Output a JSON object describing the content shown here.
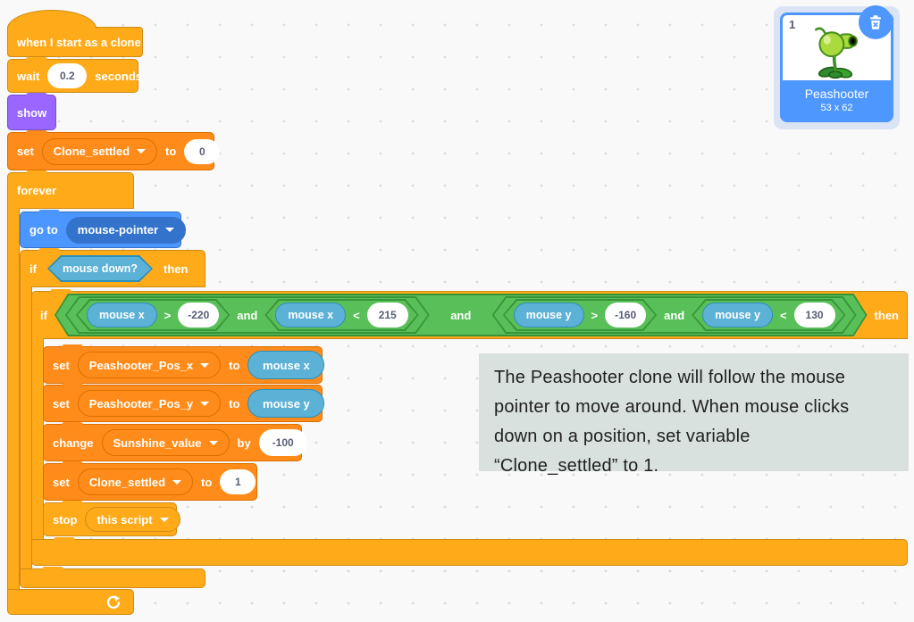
{
  "colors": {
    "control_block": "#FFAB19",
    "variables_block": "#FF8C1A",
    "looks_block": "#9966FF",
    "motion_block": "#4C97FF",
    "sensing_block": "#5CB1D6",
    "operators_block": "#59C059",
    "operators_border": "#389438",
    "sprite_selected_accent": "#4D97FF",
    "annotation_bg": "#D8E1DE",
    "workspace_bg": "#F9F9F9"
  },
  "script": {
    "hat_label": "when I start as a clone",
    "wait": {
      "kw": "wait",
      "value": "0.2",
      "unit": "seconds"
    },
    "show_label": "show",
    "set_clone_0": {
      "kw": "set",
      "variable": "Clone_settled",
      "to": "to",
      "value": "0"
    },
    "forever_label": "forever",
    "goto": {
      "kw": "go to",
      "target": "mouse-pointer"
    },
    "if_mouse_down": {
      "kw": "if",
      "condition": "mouse down?",
      "then": "then"
    },
    "if_bounds": {
      "kw": "if",
      "then": "then",
      "and": "and",
      "cond1": {
        "reporter": "mouse x",
        "op": ">",
        "value": "-220"
      },
      "cond2": {
        "reporter": "mouse x",
        "op": "<",
        "value": "215"
      },
      "cond3": {
        "reporter": "mouse y",
        "op": ">",
        "value": "-160"
      },
      "cond4": {
        "reporter": "mouse y",
        "op": "<",
        "value": "130"
      }
    },
    "set_pos_x": {
      "kw": "set",
      "variable": "Peashooter_Pos_x",
      "to": "to",
      "reporter": "mouse x"
    },
    "set_pos_y": {
      "kw": "set",
      "variable": "Peashooter_Pos_y",
      "to": "to",
      "reporter": "mouse y"
    },
    "change_sunshine": {
      "kw": "change",
      "variable": "Sunshine_value",
      "by": "by",
      "value": "-100"
    },
    "set_clone_1": {
      "kw": "set",
      "variable": "Clone_settled",
      "to": "to",
      "value": "1"
    },
    "stop": {
      "kw": "stop",
      "option": "this script"
    }
  },
  "annotation": {
    "lines": [
      "The Peashooter clone will follow the mouse",
      "pointer to move around. When mouse clicks",
      "down on a position, set variable",
      "“Clone_settled” to 1."
    ]
  },
  "sprite_panel": {
    "index": "1",
    "name": "Peashooter",
    "size": "53 x 62"
  }
}
